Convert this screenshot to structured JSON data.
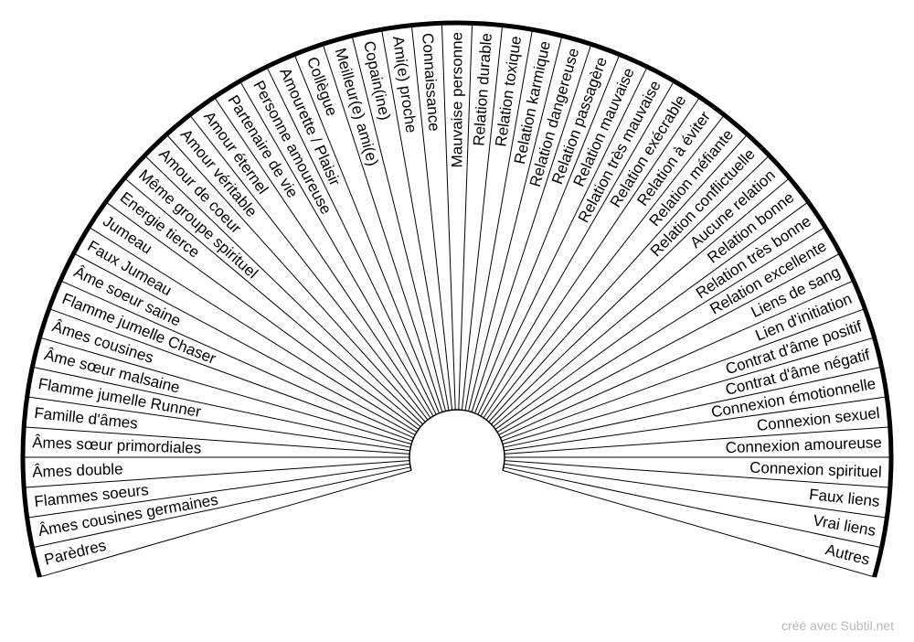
{
  "pendulum_board": {
    "sectors": [
      "Parèdres",
      "Âmes cousines germaines",
      "Flammes soeurs",
      "Âmes double",
      "Âmes sœur primordiales",
      "Famille d'âmes",
      "Flamme jumelle Runner",
      "Âme sœur malsaine",
      "Âmes cousines",
      "Flamme jumelle Chaser",
      "Âme soeur saine",
      "Faux Jumeau",
      "Jumeau",
      "Energie tierce",
      "Même groupe spirituel",
      "Amour de coeur",
      "Amour véritable",
      "Amour éternel",
      "Partenaire de vie",
      "Personne amoureuse",
      "Amourette / Plaisir",
      "Collègue",
      "Meilleur(e) ami(e)",
      "Copain(ine)",
      "Ami(e) proche",
      "Connaissance",
      "Mauvaise personne",
      "Relation durable",
      "Relation toxique",
      "Relation karmique",
      "Relation dangereuse",
      "Relation passagère",
      "Relation mauvaise",
      "Relation très mauvaise",
      "Relation exécrable",
      "Relation à éviter",
      "Relation méfiante",
      "Relation conflictuelle",
      "Aucune relation",
      "Relation bonne",
      "Relation très bonne",
      "Relation excellente",
      "Liens de sang",
      "Lien d'initiation",
      "Contrat d'âme positif",
      "Contrat d'âme négatif",
      "Connexion émotionnelle",
      "Connexion sexuel",
      "Connexion amoureuse",
      "Connexion spirituel",
      "Faux liens",
      "Vrai liens",
      "Autres"
    ]
  },
  "footer": {
    "credit": "créé avec Subtil.net"
  }
}
